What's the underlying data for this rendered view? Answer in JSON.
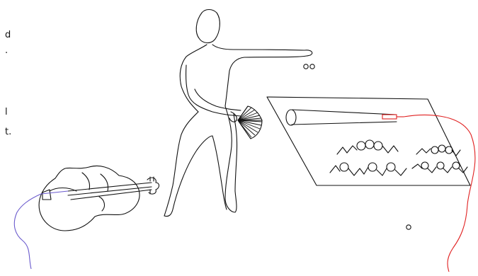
{
  "text_fragments": [
    "d",
    ".",
    "l",
    "t."
  ],
  "colors": {
    "ink": "#111111",
    "cable_right": "#e02020",
    "cable_left": "#6a5acd",
    "background": "#ffffff"
  },
  "illustration": {
    "figure": "line-drawing-person-icon",
    "fan": "hand-fan-icon",
    "panel": "tilted-panel-with-waveforms",
    "tube": "cylinder-tube-icon",
    "cello": "cello-icon",
    "small_circles": "small-circle-icons"
  }
}
